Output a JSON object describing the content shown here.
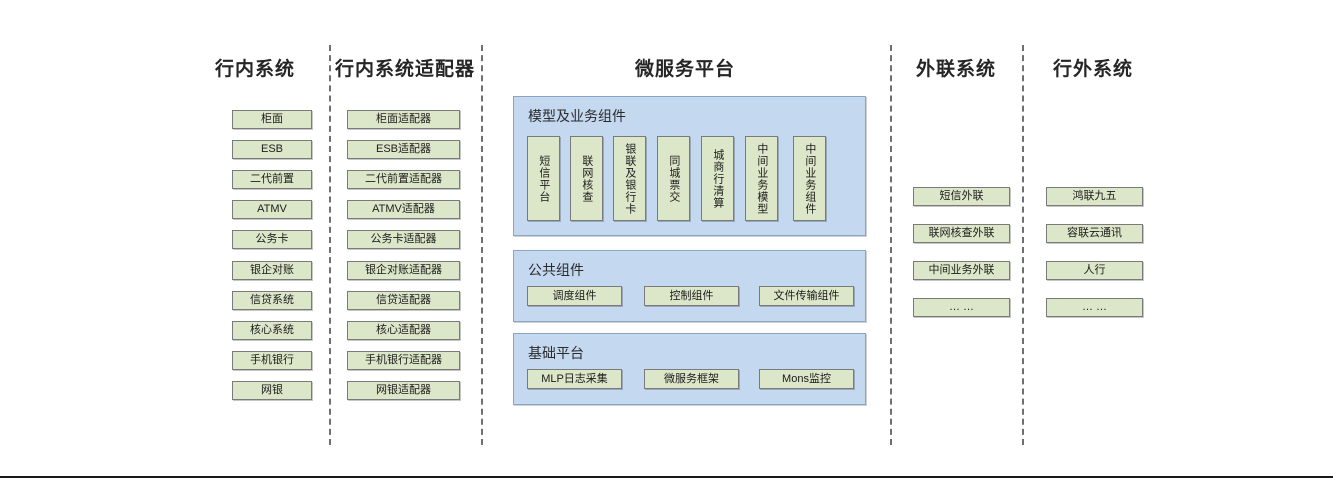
{
  "theme": {
    "node_fill": "#dce6c8",
    "node_border": "#7a7a7a",
    "panel_fill": "#c4d8f0",
    "panel_border": "#8ba4c4",
    "separator": "#6f6f6f",
    "text": "#1c1c1c"
  },
  "columns": {
    "internal_systems": {
      "title": "行内系统",
      "items": [
        "柜面",
        "ESB",
        "二代前置",
        "ATMV",
        "公务卡",
        "银企对账",
        "信贷系统",
        "核心系统",
        "手机银行",
        "网银"
      ]
    },
    "internal_adapters": {
      "title": "行内系统适配器",
      "items": [
        "柜面适配器",
        "ESB适配器",
        "二代前置适配器",
        "ATMV适配器",
        "公务卡适配器",
        "银企对账适配器",
        "信贷适配器",
        "核心适配器",
        "手机银行适配器",
        "网银适配器"
      ]
    },
    "microservice_platform": {
      "title": "微服务平台",
      "panels": [
        {
          "title": "模型及业务组件",
          "orientation": "vertical",
          "items": [
            "短信平台",
            "联网核查",
            "银联及银行卡",
            "同城票交",
            "城商行清算",
            "中间业务模型",
            "中间业务组件"
          ]
        },
        {
          "title": "公共组件",
          "orientation": "horizontal",
          "items": [
            "调度组件",
            "控制组件",
            "文件传输组件"
          ]
        },
        {
          "title": "基础平台",
          "orientation": "horizontal",
          "items": [
            "MLP日志采集",
            "微服务框架",
            "Mons监控"
          ]
        }
      ]
    },
    "external_link_systems": {
      "title": "外联系统",
      "items": [
        "短信外联",
        "联网核查外联",
        "中间业务外联",
        "… …"
      ]
    },
    "outside_bank_systems": {
      "title": "行外系统",
      "items": [
        "鸿联九五",
        "容联云通讯",
        "人行",
        "… …"
      ]
    }
  }
}
